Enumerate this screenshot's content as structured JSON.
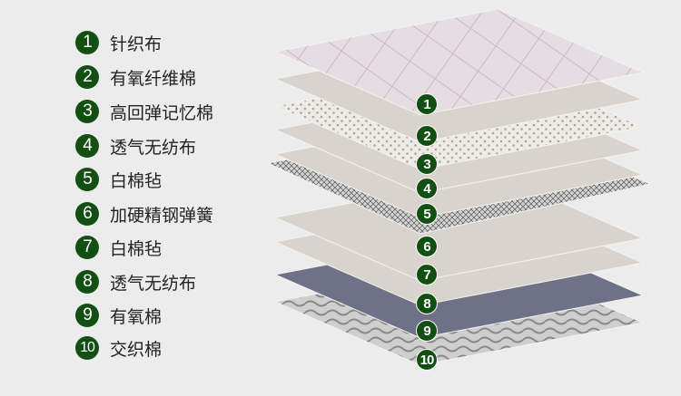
{
  "layers": [
    {
      "num": "1",
      "label": "针织布"
    },
    {
      "num": "2",
      "label": "有氧纤维棉"
    },
    {
      "num": "3",
      "label": "高回弹记忆棉"
    },
    {
      "num": "4",
      "label": "透气无纺布"
    },
    {
      "num": "5",
      "label": "白棉毡"
    },
    {
      "num": "6",
      "label": "加硬精钢弹簧"
    },
    {
      "num": "7",
      "label": "白棉毡"
    },
    {
      "num": "8",
      "label": "透气无纺布"
    },
    {
      "num": "9",
      "label": "有氧棉"
    },
    {
      "num": "10",
      "label": "交织棉"
    }
  ],
  "colors": {
    "badge": "#124f12",
    "background": "#ececec"
  }
}
